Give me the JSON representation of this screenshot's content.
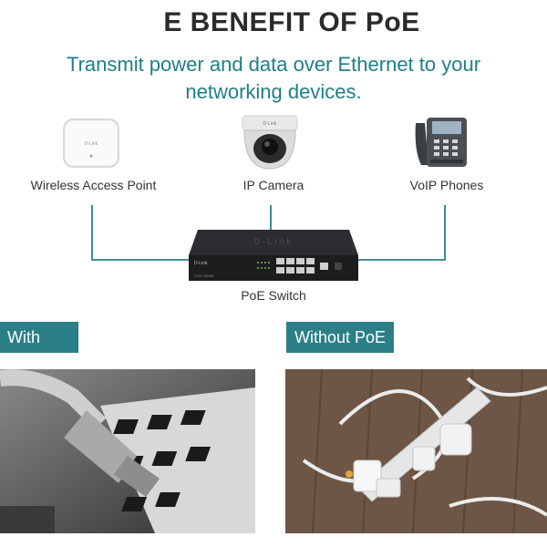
{
  "header": {
    "title": "E BENEFIT OF PoE",
    "subtitle_line1": "Transmit power and data over Ethernet to your",
    "subtitle_line2": "networking devices."
  },
  "devices": [
    {
      "label": "Wireless Access Point",
      "icon": "access-point-icon"
    },
    {
      "label": "IP Camera",
      "icon": "dome-camera-icon"
    },
    {
      "label": "VoIP Phones",
      "icon": "voip-phone-icon"
    }
  ],
  "switch": {
    "label": "PoE Switch",
    "brand": "D-Link",
    "model": "DGS-1008P"
  },
  "comparison": {
    "with_label": "With PoE",
    "without_label": "Without PoE"
  },
  "colors": {
    "accent": "#2b7f87",
    "title": "#2b2b2b"
  }
}
